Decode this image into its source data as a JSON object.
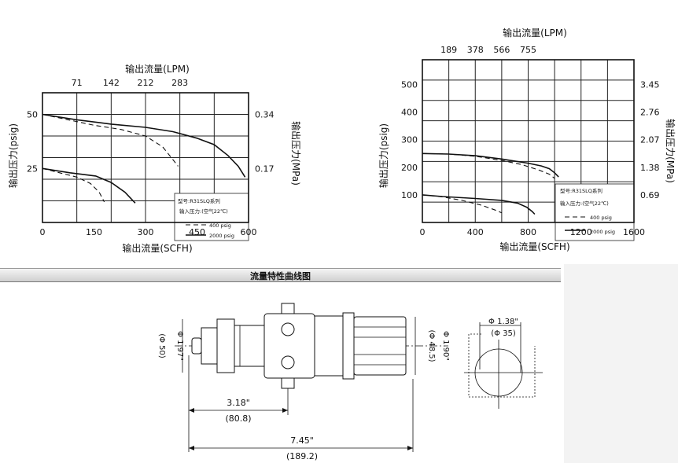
{
  "section_title": "流量特性曲线图",
  "chart_data": [
    {
      "type": "line",
      "title": "",
      "model_label": "型号:R31SLQ系列",
      "inlet_label": "输入压力:(空气22℃)",
      "top_axis_label": "输出流量(LPM)",
      "top_ticks": [
        "71",
        "142",
        "212",
        "283"
      ],
      "xlabel": "输出流量(SCFH)",
      "x_ticks": [
        "0",
        "150",
        "300",
        "450",
        "600"
      ],
      "xlim": [
        0,
        600
      ],
      "ylabel": "输出压力(psig)",
      "y_ticks": [
        "25",
        "50"
      ],
      "ylim": [
        0,
        60
      ],
      "right_label": "输出压力(MPa)",
      "right_ticks": [
        "0.17",
        "0.34"
      ],
      "legend": [
        {
          "name": "400 psig",
          "style": "dashed"
        },
        {
          "name": "2000 psig",
          "style": "solid"
        }
      ],
      "legend_position": "bottom-right",
      "grid": true,
      "series": [
        {
          "name": "400 psig",
          "curve": "high",
          "points": [
            [
              0,
              50
            ],
            [
              60,
              48
            ],
            [
              150,
              45
            ],
            [
              230,
              43
            ],
            [
              300,
              40
            ],
            [
              350,
              35
            ],
            [
              375,
              30
            ],
            [
              395,
              26
            ]
          ]
        },
        {
          "name": "2000 psig",
          "curve": "high",
          "points": [
            [
              0,
              50
            ],
            [
              100,
              47.5
            ],
            [
              200,
              45.5
            ],
            [
              300,
              44
            ],
            [
              380,
              42
            ],
            [
              450,
              39
            ],
            [
              500,
              36
            ],
            [
              540,
              31
            ],
            [
              570,
              26
            ],
            [
              590,
              21
            ]
          ]
        },
        {
          "name": "400 psig",
          "curve": "low",
          "points": [
            [
              0,
              25
            ],
            [
              50,
              23
            ],
            [
              100,
              21
            ],
            [
              140,
              18
            ],
            [
              165,
              14
            ],
            [
              180,
              9.5
            ]
          ]
        },
        {
          "name": "2000 psig",
          "curve": "low",
          "points": [
            [
              0,
              25
            ],
            [
              80,
              23
            ],
            [
              155,
              21.5
            ],
            [
              200,
              18.5
            ],
            [
              240,
              14
            ],
            [
              270,
              9
            ]
          ]
        }
      ]
    },
    {
      "type": "line",
      "title": "",
      "model_label": "型号:R31SLQ系列",
      "inlet_label": "输入压力:(空气22℃)",
      "top_axis_label": "输出流量(LPM)",
      "top_ticks": [
        "189",
        "378",
        "566",
        "755"
      ],
      "xlabel": "输出流量(SCFH)",
      "x_ticks": [
        "0",
        "400",
        "800",
        "1200",
        "1600"
      ],
      "xlim": [
        0,
        1600
      ],
      "ylabel": "输出压力(psig)",
      "y_ticks": [
        "100",
        "200",
        "300",
        "400",
        "500"
      ],
      "ylim": [
        0,
        590
      ],
      "right_label": "输出压力(MPa)",
      "right_ticks": [
        "0.69",
        "1.38",
        "2.07",
        "2.76",
        "3.45"
      ],
      "legend": [
        {
          "name": "400 psig",
          "style": "dashed"
        },
        {
          "name": "2000 psig",
          "style": "solid"
        }
      ],
      "legend_position": "bottom-right",
      "grid": true,
      "series": [
        {
          "name": "400 psig",
          "curve": "high",
          "points": [
            [
              0,
              250
            ],
            [
              200,
              248
            ],
            [
              400,
              240
            ],
            [
              600,
              225
            ],
            [
              750,
              210
            ],
            [
              880,
              190
            ],
            [
              960,
              175
            ],
            [
              1000,
              160
            ]
          ]
        },
        {
          "name": "2000 psig",
          "curve": "high",
          "points": [
            [
              0,
              250
            ],
            [
              200,
              248
            ],
            [
              400,
              242
            ],
            [
              600,
              230
            ],
            [
              800,
              215
            ],
            [
              900,
              205
            ],
            [
              960,
              195
            ],
            [
              1000,
              180
            ],
            [
              1030,
              165
            ]
          ]
        },
        {
          "name": "400 psig",
          "curve": "low",
          "points": [
            [
              0,
              100
            ],
            [
              150,
              93
            ],
            [
              300,
              80
            ],
            [
              450,
              62
            ],
            [
              550,
              45
            ],
            [
              600,
              35
            ]
          ]
        },
        {
          "name": "2000 psig",
          "curve": "low",
          "points": [
            [
              0,
              100
            ],
            [
              150,
              94
            ],
            [
              400,
              87
            ],
            [
              600,
              80
            ],
            [
              720,
              70
            ],
            [
              790,
              55
            ],
            [
              830,
              40
            ],
            [
              850,
              30
            ]
          ]
        }
      ]
    }
  ],
  "drawing": {
    "dim_body_dia": "Φ 1.97\"",
    "dim_body_dia_mm": "(Φ 50)",
    "dim_knob_dia": "Φ 1.90\"",
    "dim_knob_dia_mm": "(Φ 48.5)",
    "dim_half_len": "3.18\"",
    "dim_half_len_mm": "(80.8)",
    "dim_total_len": "7.45\"",
    "dim_total_len_mm": "(189.2)",
    "dim_panel_hole": "Φ 1.38\"",
    "dim_panel_hole_mm": "(Φ 35)"
  }
}
